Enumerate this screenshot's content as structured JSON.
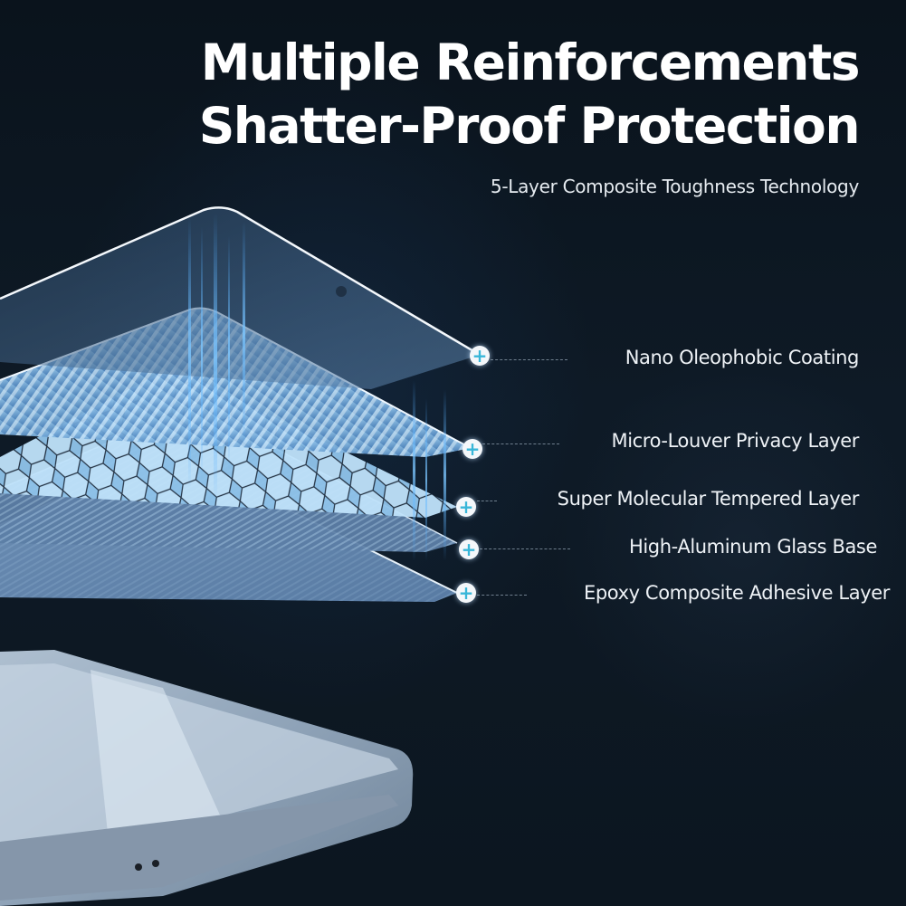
{
  "header": {
    "title_line1": "Multiple Reinforcements",
    "title_line2": "Shatter-Proof Protection",
    "subtitle": "5-Layer Composite Toughness Technology"
  },
  "layers": [
    {
      "label": "Nano Oleophobic Coating",
      "marker_icon": "plus-circle-icon"
    },
    {
      "label": "Micro-Louver Privacy Layer",
      "marker_icon": "plus-circle-icon"
    },
    {
      "label": "Super Molecular Tempered Layer",
      "marker_icon": "plus-circle-icon"
    },
    {
      "label": "High-Aluminum Glass Base",
      "marker_icon": "plus-circle-icon"
    },
    {
      "label": "Epoxy Composite Adhesive Layer",
      "marker_icon": "plus-circle-icon"
    }
  ],
  "marker_symbol": "+",
  "colors": {
    "background": "#0c1620",
    "marker_plus": "#38b6d8",
    "text": "#ffffff",
    "glow": "#3a8ee8"
  }
}
